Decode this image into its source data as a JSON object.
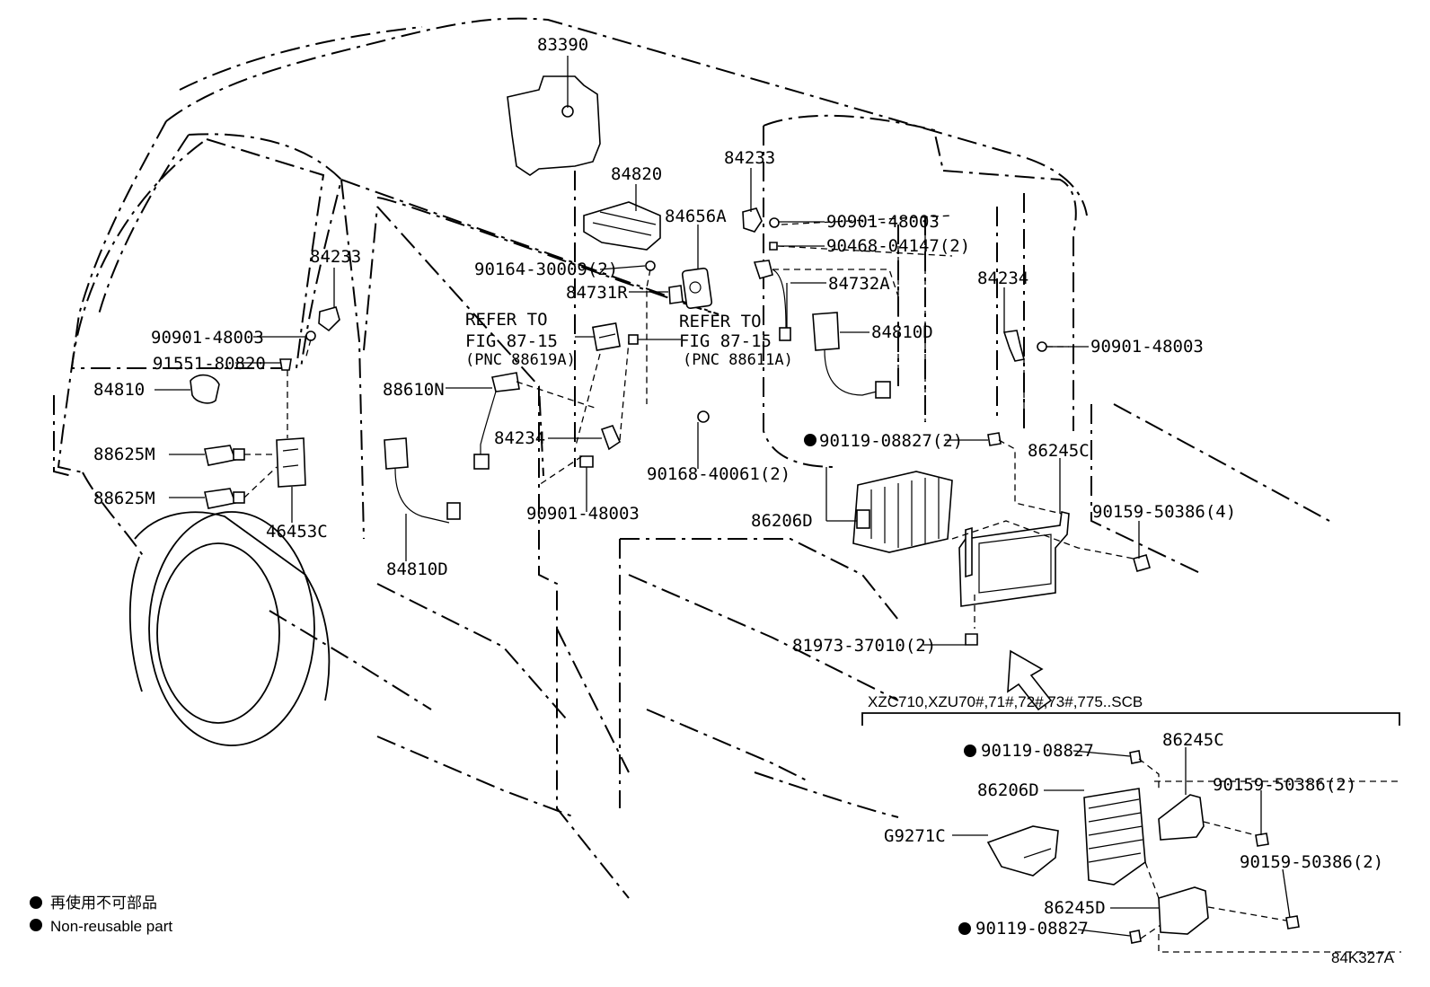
{
  "diagram_id": "84K327A",
  "callouts": {
    "c83390": "83390",
    "c84820": "84820",
    "c84233_top": "84233",
    "c84656A": "84656A",
    "c90901_top": "90901-48003",
    "c90468": "90468-04147(2)",
    "c84732A": "84732A",
    "c84234_right": "84234",
    "c90901_right": "90901-48003",
    "c84810D_right": "84810D",
    "c90164": "90164-30009(2)",
    "c84731R": "84731R",
    "c84233_left": "84233",
    "c90901_left": "90901-48003",
    "c91551": "91551-80820",
    "c84810": "84810",
    "c88610N": "88610N",
    "c84234_mid": "84234",
    "c88625M_1": "88625M",
    "c88625M_2": "88625M",
    "c46453C": "46453C",
    "c90901_mid": "90901-48003",
    "c84810D_left": "84810D",
    "c90168": "90168-40061(2)",
    "c90119_main": "90119-08827(2)",
    "c86245C_main": "86245C",
    "c86206D_main": "86206D",
    "c90159_main": "90159-50386(4)",
    "c81973": "81973-37010(2)"
  },
  "refer_left": {
    "line1": "REFER TO",
    "line2": "FIG 87-15",
    "line3": "(PNC 88619A)"
  },
  "refer_right": {
    "line1": "REFER TO",
    "line2": "FIG 87-15",
    "line3": "(PNC 88611A)"
  },
  "inset": {
    "title": "XZC710,XZU70#,71#,72#,73#,775..SCB",
    "c90119_top": "90119-08827",
    "c86245C": "86245C",
    "c86206D": "86206D",
    "c90159_a": "90159-50386(2)",
    "c90159_b": "90159-50386(2)",
    "cG9271C": "G9271C",
    "c86245D": "86245D",
    "c90119_bottom": "90119-08827"
  },
  "legend": {
    "japanese": "再使用不可部品",
    "english": "Non-reusable part"
  }
}
